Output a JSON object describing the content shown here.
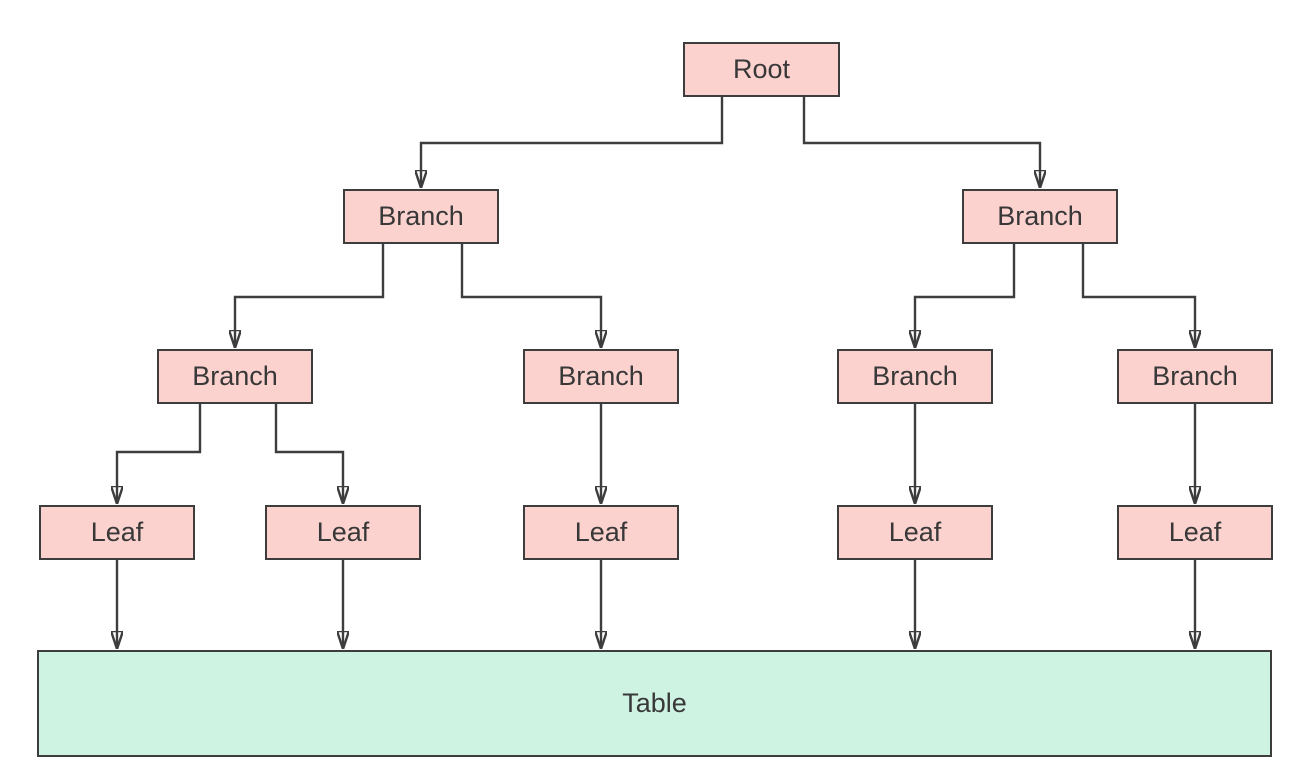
{
  "diagram": {
    "type": "tree",
    "colors": {
      "node_fill": "#fcd2cf",
      "node_stroke": "#3d3d3d",
      "table_fill": "#cff3e2",
      "connector": "#3d3d3d",
      "text": "#383838",
      "background": "#ffffff"
    },
    "nodes": [
      {
        "id": "root",
        "label": "Root",
        "level": 0
      },
      {
        "id": "branch-left",
        "label": "Branch",
        "level": 1
      },
      {
        "id": "branch-right",
        "label": "Branch",
        "level": 1
      },
      {
        "id": "branch-left-1",
        "label": "Branch",
        "level": 2
      },
      {
        "id": "branch-left-2",
        "label": "Branch",
        "level": 2
      },
      {
        "id": "branch-right-1",
        "label": "Branch",
        "level": 2
      },
      {
        "id": "branch-right-2",
        "label": "Branch",
        "level": 2
      },
      {
        "id": "leaf-1",
        "label": "Leaf",
        "level": 3
      },
      {
        "id": "leaf-2",
        "label": "Leaf",
        "level": 3
      },
      {
        "id": "leaf-3",
        "label": "Leaf",
        "level": 3
      },
      {
        "id": "leaf-4",
        "label": "Leaf",
        "level": 3
      },
      {
        "id": "leaf-5",
        "label": "Leaf",
        "level": 3
      },
      {
        "id": "table",
        "label": "Table",
        "level": 4
      }
    ],
    "edges": [
      {
        "from": "root",
        "to": "branch-left"
      },
      {
        "from": "root",
        "to": "branch-right"
      },
      {
        "from": "branch-left",
        "to": "branch-left-1"
      },
      {
        "from": "branch-left",
        "to": "branch-left-2"
      },
      {
        "from": "branch-right",
        "to": "branch-right-1"
      },
      {
        "from": "branch-right",
        "to": "branch-right-2"
      },
      {
        "from": "branch-left-1",
        "to": "leaf-1"
      },
      {
        "from": "branch-left-1",
        "to": "leaf-2"
      },
      {
        "from": "branch-left-2",
        "to": "leaf-3"
      },
      {
        "from": "branch-right-1",
        "to": "leaf-4"
      },
      {
        "from": "branch-right-2",
        "to": "leaf-5"
      },
      {
        "from": "leaf-1",
        "to": "table"
      },
      {
        "from": "leaf-2",
        "to": "table"
      },
      {
        "from": "leaf-3",
        "to": "table"
      },
      {
        "from": "leaf-4",
        "to": "table"
      },
      {
        "from": "leaf-5",
        "to": "table"
      }
    ]
  }
}
